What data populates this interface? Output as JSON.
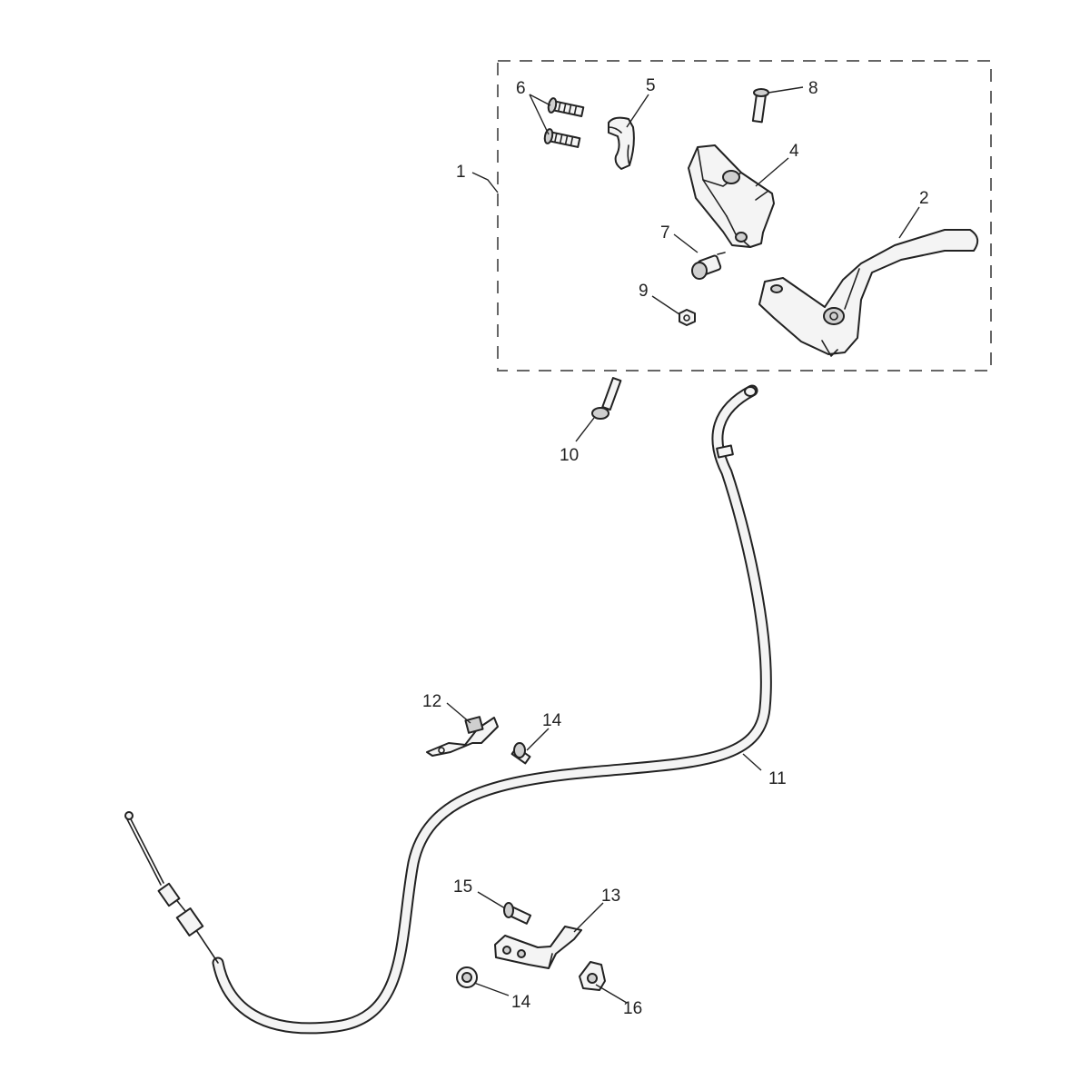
{
  "callouts": {
    "c1": "1",
    "c2": "2",
    "c4": "4",
    "c5": "5",
    "c6": "6",
    "c7": "7",
    "c8": "8",
    "c9": "9",
    "c10": "10",
    "c11": "11",
    "c12": "12",
    "c13": "13",
    "c14a": "14",
    "c14b": "14",
    "c15": "15",
    "c16": "16"
  }
}
